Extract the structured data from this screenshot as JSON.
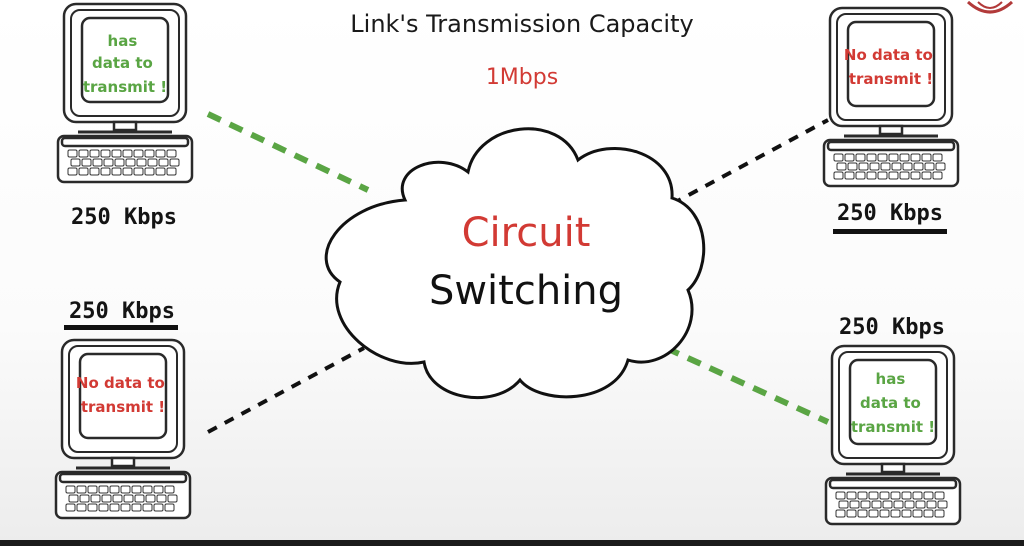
{
  "title": "Link's Transmission Capacity",
  "link_capacity": "1Mbps",
  "cloud": {
    "line1": "Circuit",
    "line2": "Switching"
  },
  "hosts": [
    {
      "position": "top-left",
      "screen_lines": [
        "has",
        "data to",
        "transmit !"
      ],
      "status": "has-data",
      "rate": "250 Kbps",
      "rate_underlined": false,
      "link_style": "green-dashed"
    },
    {
      "position": "top-right",
      "screen_lines": [
        "No data to",
        "transmit !"
      ],
      "status": "no-data",
      "rate": "250 Kbps",
      "rate_underlined": true,
      "link_style": "black-dashed"
    },
    {
      "position": "bottom-left",
      "screen_lines": [
        "No data to",
        "transmit !"
      ],
      "status": "no-data",
      "rate": "250 Kbps",
      "rate_underlined": true,
      "link_style": "black-dashed"
    },
    {
      "position": "bottom-right",
      "screen_lines": [
        "has",
        "data to",
        "transmit !"
      ],
      "status": "has-data",
      "rate": "250 Kbps",
      "rate_underlined": false,
      "link_style": "green-dashed"
    }
  ],
  "colors": {
    "has_data": "#5aa544",
    "no_data": "#d23a34",
    "text": "#141414"
  },
  "icons": [
    "computer-icon",
    "cloud-icon",
    "logo-icon"
  ]
}
